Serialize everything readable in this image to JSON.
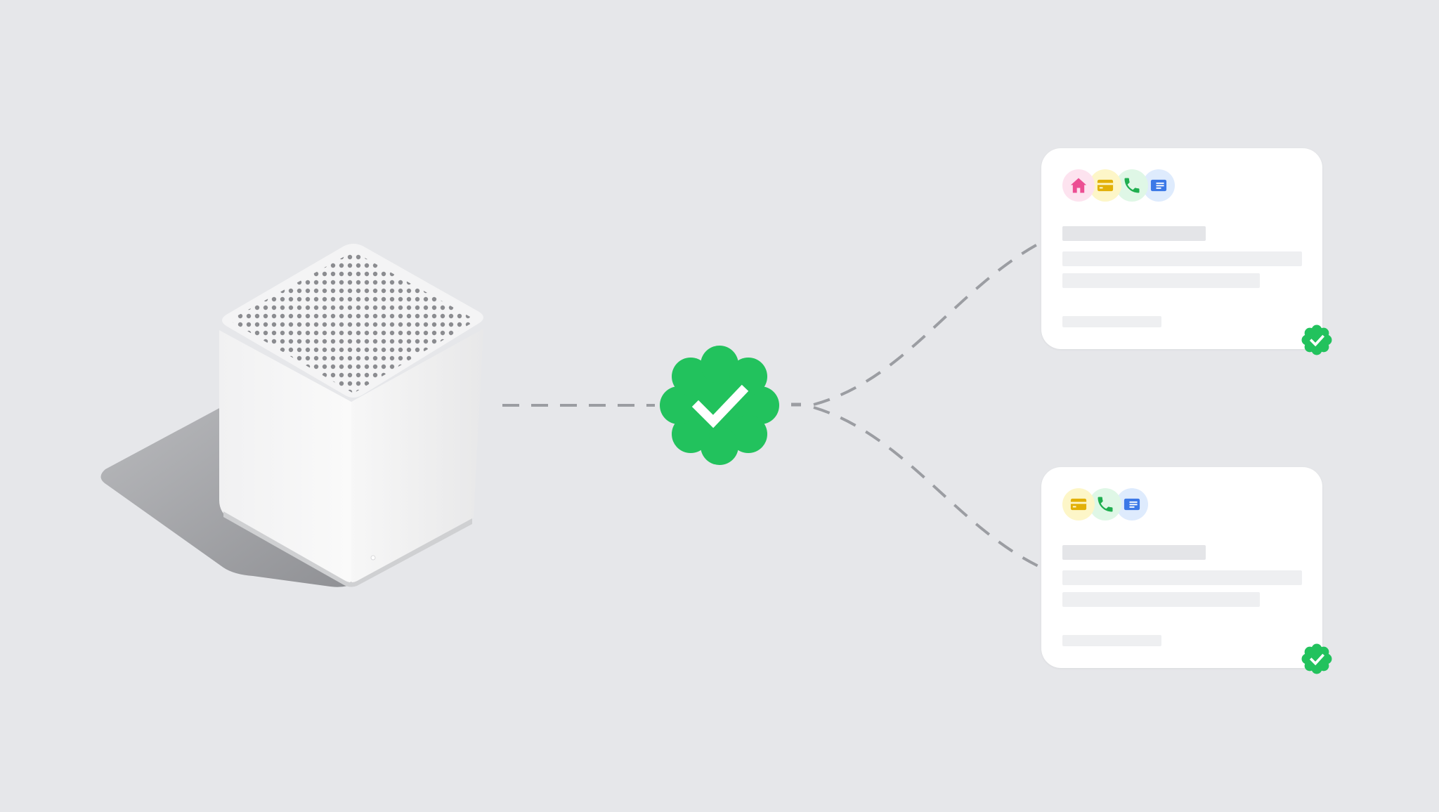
{
  "scene": {
    "background": "#e6e7ea",
    "connector_color": "#9b9da2",
    "verified_color": "#22c25d"
  },
  "device": {
    "kind": "router-cube",
    "icon": "router-device-icon"
  },
  "hub": {
    "icon": "verified-badge-icon",
    "state": "verified"
  },
  "cards": [
    {
      "id": "card-1",
      "icons": [
        {
          "name": "home-icon",
          "bg": "#fde3ef",
          "fg": "#ec4f93"
        },
        {
          "name": "credit-card-icon",
          "bg": "#fdf6c8",
          "fg": "#e2b007"
        },
        {
          "name": "phone-icon",
          "bg": "#dff7e6",
          "fg": "#1fae4f"
        },
        {
          "name": "id-card-icon",
          "bg": "#deebfd",
          "fg": "#3b78e7"
        }
      ],
      "state": "verified"
    },
    {
      "id": "card-2",
      "icons": [
        {
          "name": "credit-card-icon",
          "bg": "#fdf6c8",
          "fg": "#e2b007"
        },
        {
          "name": "phone-icon",
          "bg": "#dff7e6",
          "fg": "#1fae4f"
        },
        {
          "name": "id-card-icon",
          "bg": "#deebfd",
          "fg": "#3b78e7"
        }
      ],
      "state": "verified"
    }
  ]
}
